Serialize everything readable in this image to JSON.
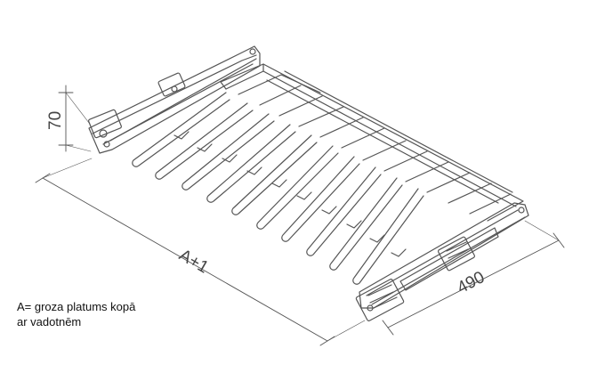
{
  "dimensions": {
    "height": "70",
    "width": "A+1",
    "depth": "490"
  },
  "legend": {
    "line1": "A= groza platums kopā",
    "line2": "ar vadotnēm"
  },
  "colors": {
    "line": "#555555",
    "dimension": "#555555",
    "text": "#111111"
  }
}
